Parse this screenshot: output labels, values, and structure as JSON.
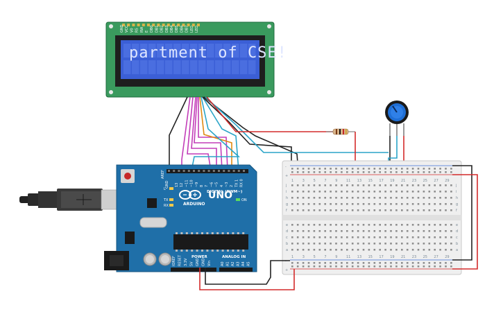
{
  "lcd": {
    "display_text": "partment of CSE!",
    "pin_labels": [
      "GND",
      "VCC",
      "V0",
      "RS",
      "RW",
      "E",
      "DB0",
      "DB1",
      "DB2",
      "DB3",
      "DB4",
      "DB5",
      "DB6",
      "DB7",
      "LED",
      "LED"
    ]
  },
  "arduino": {
    "brand": "ARDUINO",
    "model": "UNO",
    "digital_label": "DIGITAL (PWM~)",
    "power_label": "POWER",
    "analog_label": "ANALOG IN",
    "on_label": "ON",
    "tx_label": "TX",
    "rx_label": "RX",
    "l_label": "L",
    "aref_label": "AREF",
    "gnd_label": "GND",
    "digital_pins": [
      "13",
      "12",
      "~11",
      "~10",
      "~9",
      "8",
      "7",
      "~6",
      "~5",
      "4",
      "~3",
      "2",
      "TX 1",
      "RX 0"
    ],
    "power_pins": [
      "IOREF",
      "RESET",
      "3.3V",
      "5V",
      "GND",
      "GND",
      "Vin"
    ],
    "analog_pins": [
      "A0",
      "A1",
      "A2",
      "A3",
      "A4",
      "A5"
    ]
  },
  "breadboard": {
    "rail_minus": "-",
    "rail_plus": "+",
    "row_letters_top": [
      "j",
      "i",
      "h",
      "g",
      "f"
    ],
    "row_letters_bottom": [
      "e",
      "d",
      "c",
      "b",
      "a"
    ],
    "column_numbers": [
      "1",
      "3",
      "5",
      "7",
      "9",
      "11",
      "13",
      "15",
      "17",
      "19",
      "21",
      "23",
      "25",
      "27",
      "29"
    ]
  },
  "colors": {
    "lcd_board": "#2e8b57",
    "lcd_screen": "#3b5fd6",
    "arduino_board": "#1f6fa8",
    "wire_red": "#d42a2a",
    "wire_black": "#222222",
    "wire_magenta": "#c23cb8",
    "wire_orange": "#e08a12",
    "wire_cyan": "#2aa4c8"
  },
  "components": {
    "potentiometer": "potentiometer-icon",
    "resistor": "resistor-icon",
    "usb_cable": "usb-cable-icon"
  }
}
